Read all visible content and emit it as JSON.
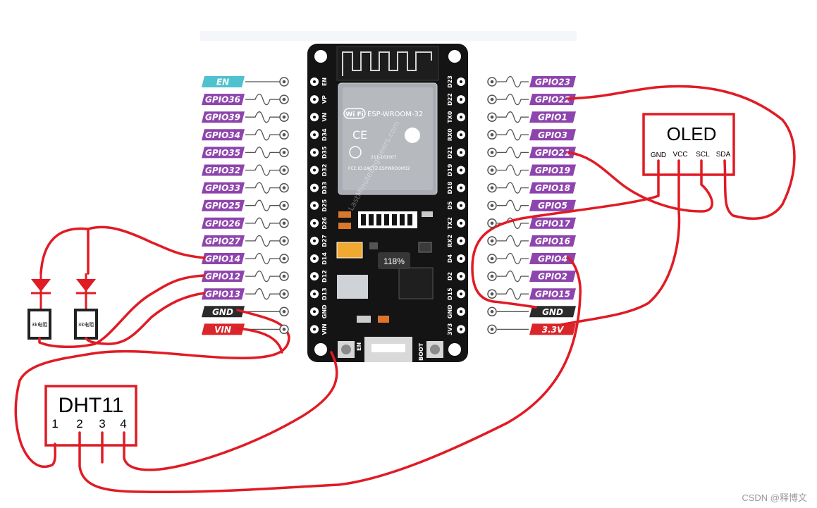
{
  "left_pins": [
    "EN",
    "GPIO36",
    "GPIO39",
    "GPIO34",
    "GPIO35",
    "GPIO32",
    "GPIO33",
    "GPIO25",
    "GPIO26",
    "GPIO27",
    "GPIO14",
    "GPIO12",
    "GPIO13",
    "GND",
    "VIN"
  ],
  "right_pins": [
    "GPIO23",
    "GPIO22",
    "GPIO1",
    "GPIO3",
    "GPIO21",
    "GPIO19",
    "GPIO18",
    "GPIO5",
    "GPIO17",
    "GPIO16",
    "GPIO4",
    "GPIO2",
    "GPIO15",
    "GND",
    "3.3V"
  ],
  "board_left_labels": [
    "EN",
    "VP",
    "VN",
    "D34",
    "D35",
    "D32",
    "D33",
    "D25",
    "D26",
    "D27",
    "D14",
    "D12",
    "D13",
    "GND",
    "VIN"
  ],
  "board_right_labels": [
    "D23",
    "D22",
    "TX0",
    "RX0",
    "D21",
    "D19",
    "D18",
    "D5",
    "TX2",
    "RX2",
    "D4",
    "D2",
    "D15",
    "GND",
    "3V3"
  ],
  "board": {
    "module_name": "ESP-WROOM-32",
    "wifi_text": "Wi Fi",
    "cert": "211-161007",
    "fcc": "FCC ID:2AC7Z-ESPWROOM32",
    "watermark": "LastMinuteEngineers.com",
    "btn_en": "EN",
    "btn_boot": "BOOT",
    "zoom": "118%"
  },
  "oled": {
    "title": "OLED",
    "pins": [
      "GND",
      "VCC",
      "SCL",
      "SDA"
    ]
  },
  "dht11": {
    "title": "DHT11",
    "pins": [
      "1",
      "2",
      "3",
      "4"
    ]
  },
  "resistors": [
    "3k电阻",
    "3k电阻"
  ],
  "csdn": "CSDN @释博文",
  "colors": {
    "pin_purple": "#8e44ad",
    "pin_en": "#4fc1cf",
    "pin_gnd": "#2b2b2b",
    "pin_power": "#d9262b",
    "wire": "#e01b24",
    "board": "#141414"
  }
}
